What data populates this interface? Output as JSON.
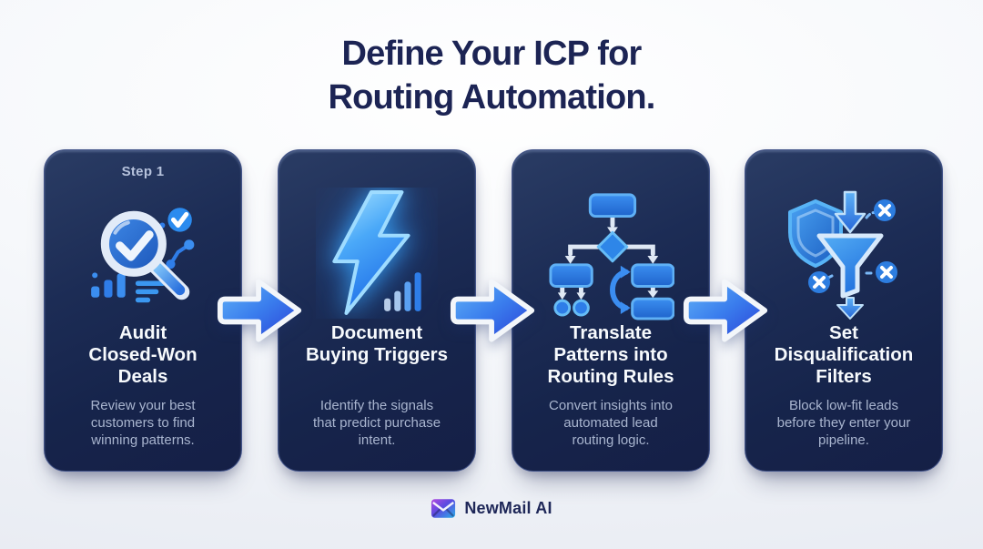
{
  "header": {
    "title": "Define Your ICP for\nRouting Automation."
  },
  "cards": [
    {
      "step": "Step 1",
      "icon": "audit-magnifier-icon",
      "title": "Audit\nClosed-Won\nDeals",
      "description": "Review your best\ncustomers to find\nwinning patterns."
    },
    {
      "step": "",
      "icon": "lightning-bolt-icon",
      "title": "Document\nBuying Triggers",
      "description": "Identify the signals\nthat predict purchase\nintent."
    },
    {
      "step": "",
      "icon": "flowchart-icon",
      "title": "Translate\nPatterns into\nRouting Rules",
      "description": "Convert insights into\nautomated lead\nrouting logic."
    },
    {
      "step": "",
      "icon": "shield-funnel-icon",
      "title": "Set\nDisqualification\nFilters",
      "description": "Block low-fit leads\nbefore they enter your\npipeline."
    }
  ],
  "connectors": {
    "icon": "arrow-right-icon",
    "count": 3
  },
  "footer": {
    "brand": "NewMail AI",
    "logo_icon": "newmail-envelope-icon"
  },
  "colors": {
    "background": "#f3f5f9",
    "headline_navy": "#1c2454",
    "card_background": "#1c2c55",
    "card_title": "#f7fafd",
    "card_description": "#a9b5cf",
    "step_label": "#b6c2dc",
    "accent_blue": "#2e7de8",
    "accent_cyan": "#9fdcff",
    "arrow_gradient_from": "#63b5f7",
    "arrow_gradient_to": "#2a3fd6"
  }
}
